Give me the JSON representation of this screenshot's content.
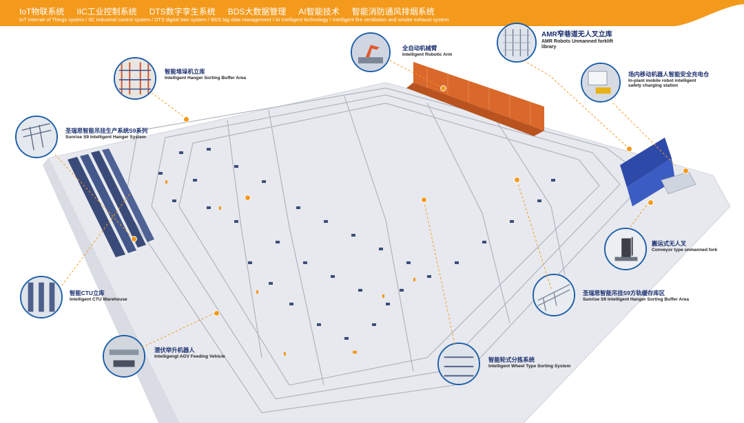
{
  "banner": {
    "items": [
      "IoT物联系统",
      "IIC工业控制系统",
      "DTS数字孪生系统",
      "BDS大数据管理",
      "AI智能技术",
      "智能消防通风排烟系统"
    ],
    "subtitle": "IoT Internet of Things system / IIC industrial control system / DTS digital twin system / BDS big data management / AI intelligent technology / Intelligent fire ventilation and smoke exhaust system"
  },
  "callouts": {
    "robotic_arm": {
      "zh": "全自动机械臂",
      "en": "Intelligent Robotic Arm"
    },
    "amr": {
      "zh": "AMR窄巷道无人叉立库",
      "en": "AMR Robots Unmanned forklift library"
    },
    "charging": {
      "zh": "场内移动机器人智能安全充电仓",
      "en": "In-plant mobile robot intelligent safety charging station"
    },
    "stacker": {
      "zh": "智能堆垛机立库",
      "en": "Intelligent Hanger Sorting Buffer Area"
    },
    "s9": {
      "zh": "圣瑞思智能吊挂生产系统S9系列",
      "en": "Sunrise S9 Intelligent Hanger System"
    },
    "conveyor": {
      "zh": "搬运式无人叉",
      "en": "Conveyor type unmanned fork"
    },
    "s9_buffer": {
      "zh": "圣瑞思智能吊挂S9方轨缓存库区",
      "en": "Sunrise S9 Intelligent Hanger Sorting Buffer Area"
    },
    "ctu": {
      "zh": "智能CTU立库",
      "en": "Intelligent CTU Warehouse"
    },
    "agv": {
      "zh": "潜伏举升机器人",
      "en": "Intelligengt AGV Feeding Vehicle"
    },
    "wheel": {
      "zh": "智能轮式分拣系统",
      "en": "Intelligent Wheel Type Sorting System"
    }
  },
  "colors": {
    "banner": "#f39a1c",
    "accent_dot": "#f39a1c",
    "callout_text": "#1a2f6f",
    "floor": "#e7e9ee",
    "thumb_border": "#1c5ea8"
  }
}
